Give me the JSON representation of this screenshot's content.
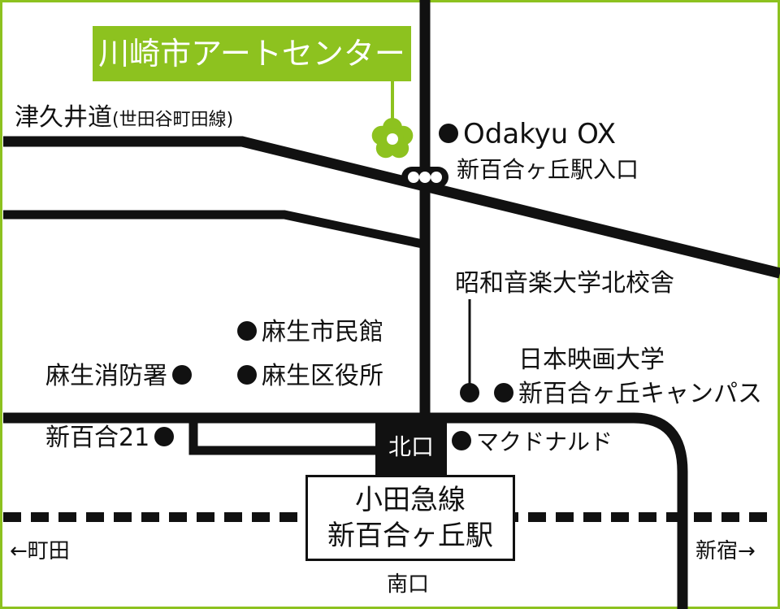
{
  "map": {
    "title": "川崎市アートセンター",
    "route": {
      "name": "津久井道",
      "note": "(世田谷町田線)"
    },
    "odakyu_ox": {
      "name": "Odakyu OX",
      "intersection": "新百合ヶ丘駅入口"
    },
    "showa": "昭和音楽大学北校舎",
    "film_school": {
      "line1": "日本映画大学",
      "line2": "新百合ヶ丘キャンパス"
    },
    "asao_civic": "麻生市民館",
    "asao_ward": "麻生区役所",
    "asao_fire": "麻生消防署",
    "shinyuri21": "新百合21",
    "north_exit": "北口",
    "mcdonalds": "マクドナルド",
    "station": {
      "line": "小田急線",
      "name": "新百合ヶ丘駅"
    },
    "south_exit": "南口",
    "to_machida": "←町田",
    "to_shinjuku": "新宿→"
  },
  "colors": {
    "accent": "#8dc21f",
    "ink": "#111111",
    "frame": "#8dc21f"
  },
  "icons": [
    "flower-marker-icon",
    "traffic-signal-icon"
  ]
}
